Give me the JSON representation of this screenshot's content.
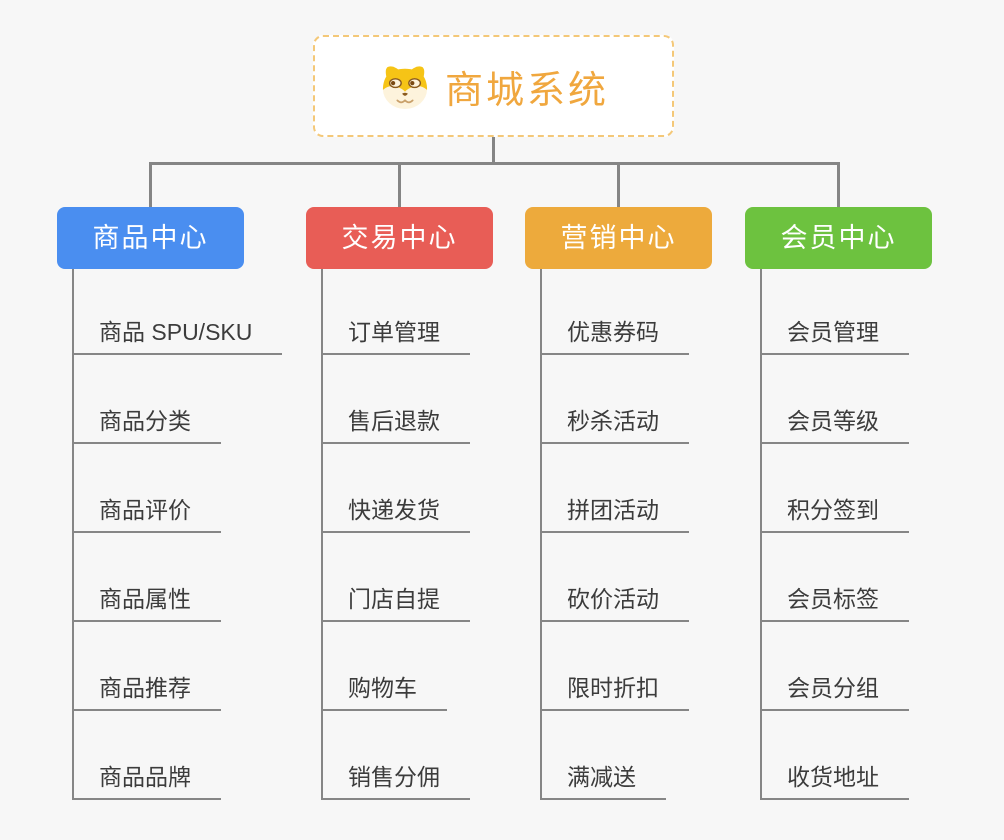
{
  "root": {
    "label": "商城系统",
    "icon": "doge-face-icon",
    "accent_color": "#f0a73e",
    "border_color": "#f4c878"
  },
  "branches": [
    {
      "label": "商品中心",
      "color": "#4a8ef0",
      "children": [
        "商品 SPU/SKU",
        "商品分类",
        "商品评价",
        "商品属性",
        "商品推荐",
        "商品品牌"
      ]
    },
    {
      "label": "交易中心",
      "color": "#e85d56",
      "children": [
        "订单管理",
        "售后退款",
        "快递发货",
        "门店自提",
        "购物车",
        "销售分佣"
      ]
    },
    {
      "label": "营销中心",
      "color": "#edaa3c",
      "children": [
        "优惠券码",
        "秒杀活动",
        "拼团活动",
        "砍价活动",
        "限时折扣",
        "满减送"
      ]
    },
    {
      "label": "会员中心",
      "color": "#6dc23f",
      "children": [
        "会员管理",
        "会员等级",
        "积分签到",
        "会员标签",
        "会员分组",
        "收货地址"
      ]
    }
  ]
}
